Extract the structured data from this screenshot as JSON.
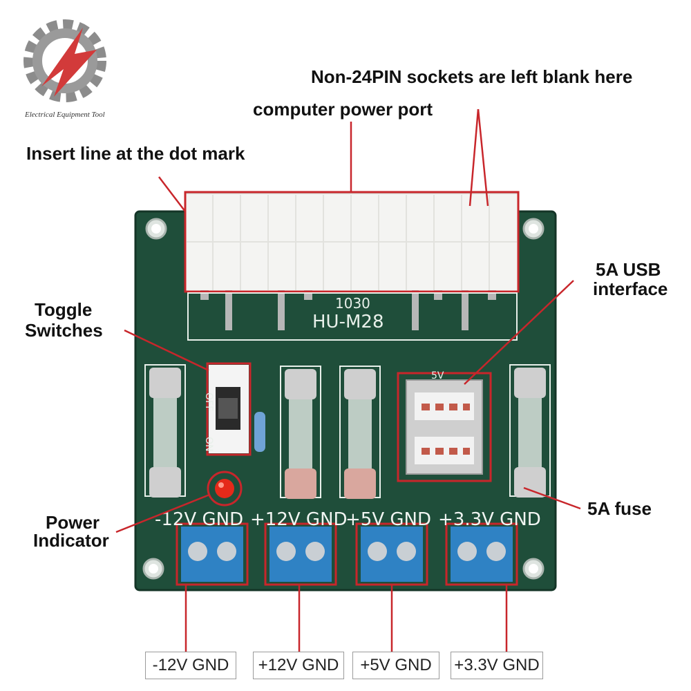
{
  "logo": {
    "name": "Electrical Equipment Tool"
  },
  "callouts": {
    "non_24pin": "Non-24PIN sockets are left blank here",
    "power_port": "computer power port",
    "insert_line": "Insert line at the dot mark",
    "usb_line1": "5A USB",
    "usb_line2": "interface",
    "toggle_line1": "Toggle",
    "toggle_line2": "Switches",
    "power_line1": "Power",
    "power_line2": "Indicator",
    "fuse": "5A fuse"
  },
  "board": {
    "model_number": "1030",
    "model_name": "HU-M28",
    "switch_off": "OFF",
    "switch_on": "ON",
    "usb_voltage": "5V",
    "rail_labels": [
      "-12V GND",
      "+12V GND",
      "+5V GND",
      "+3.3V GND"
    ]
  },
  "bottom_labels": [
    "-12V GND",
    "+12V GND",
    "+5V GND",
    "+3.3V GND"
  ],
  "colors": {
    "accent": "#c8262b",
    "pcb": "#1f4e3a",
    "terminal": "#2f82c4"
  }
}
